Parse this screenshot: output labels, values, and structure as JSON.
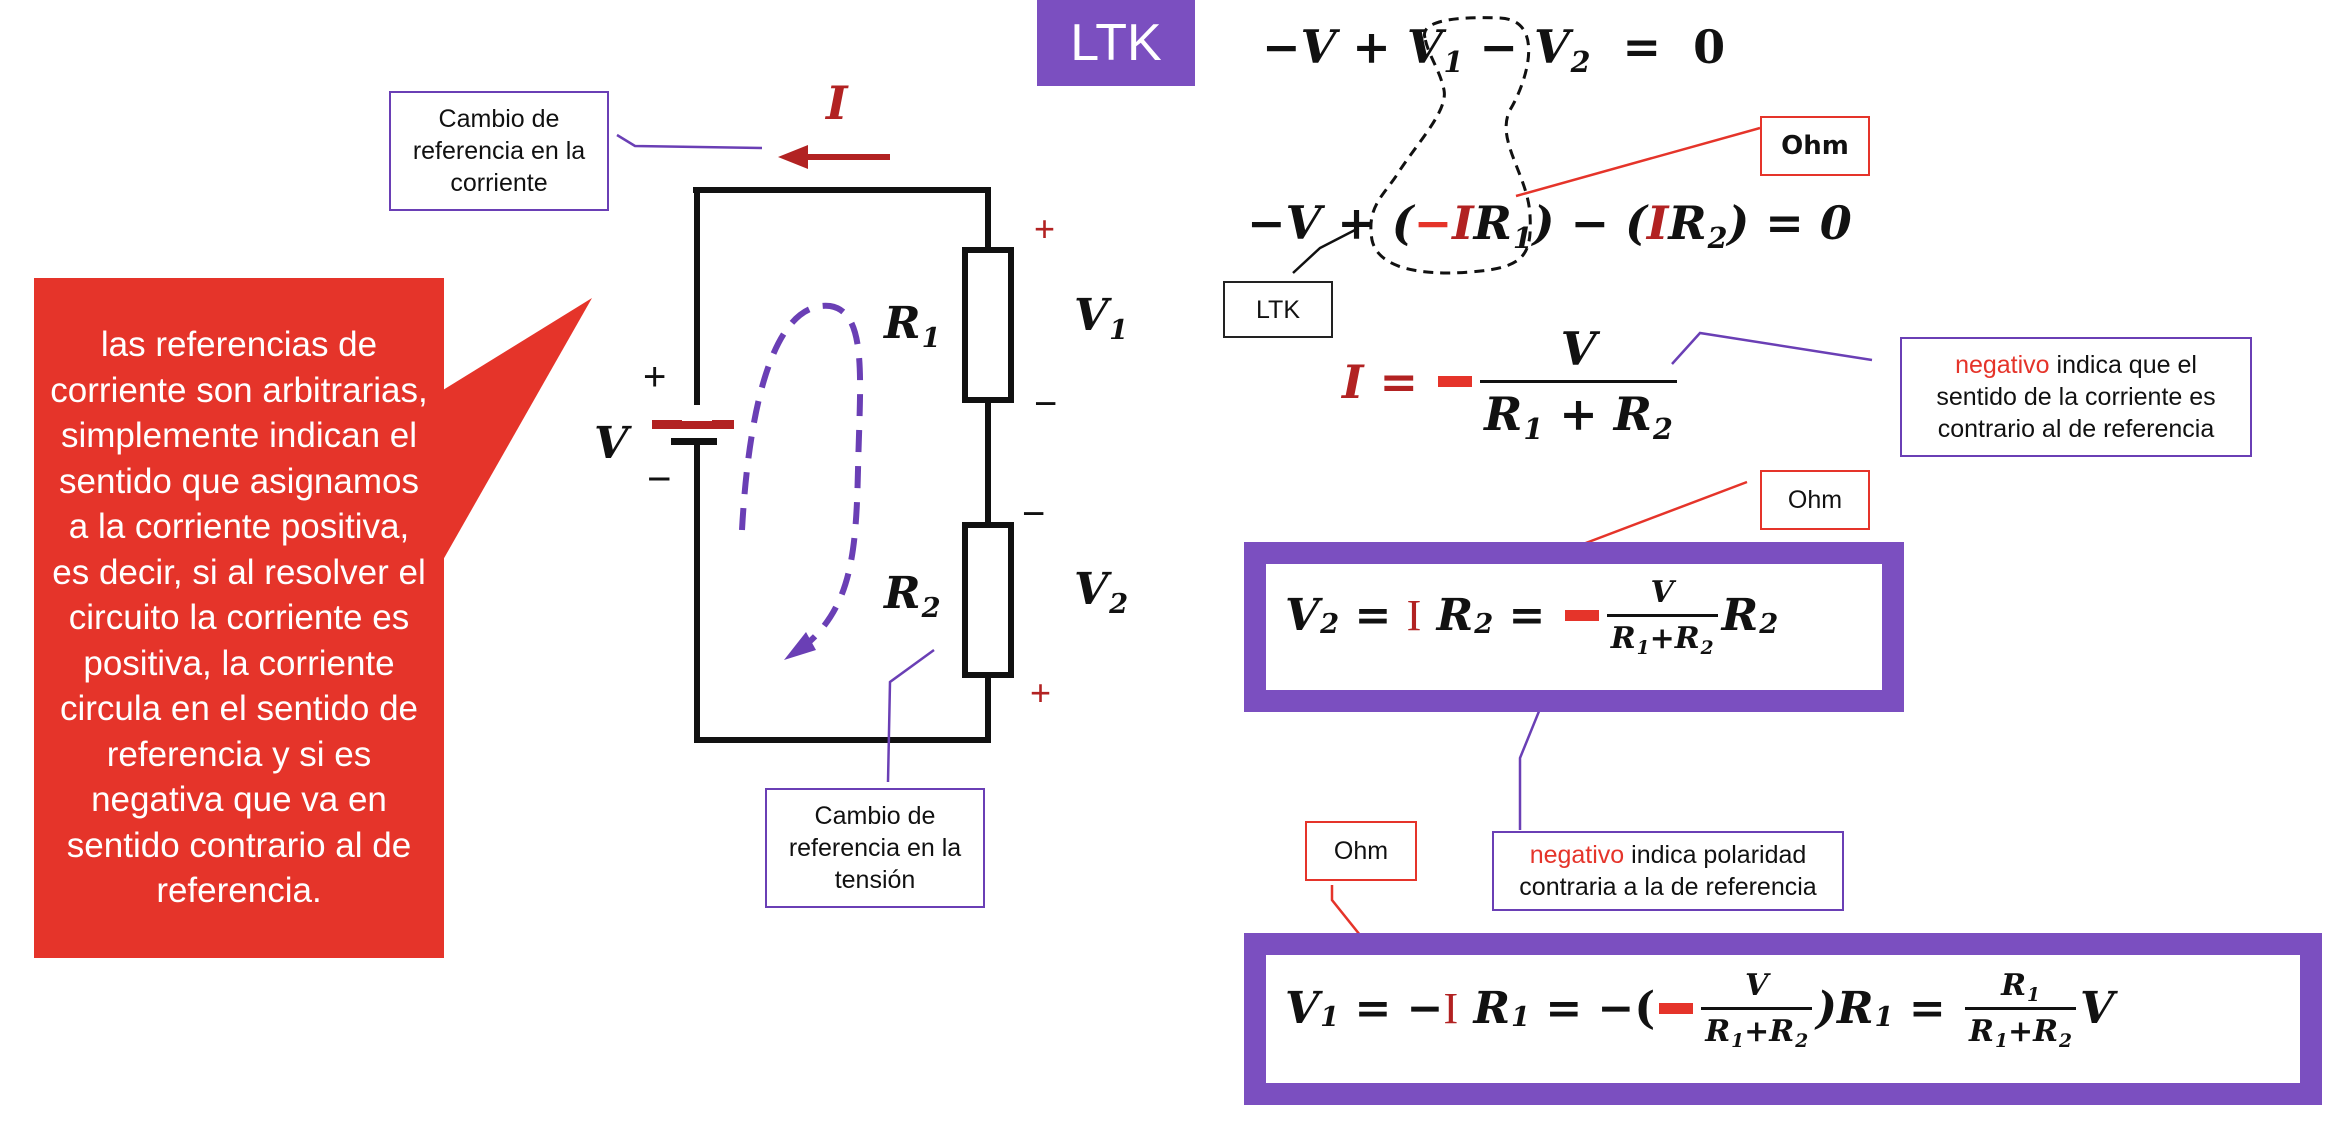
{
  "tag": {
    "label": "LTK"
  },
  "callout": {
    "text": "las referencias de corriente son arbitrarias, simplemente indican el sentido que asignamos a la corriente positiva, es decir, si al resolver el circuito la corriente es positiva, la corriente circula  en el sentido de referencia y si es negativa que va en sentido contrario al de referencia."
  },
  "notes": {
    "current_ref": "Cambio de referencia en la corriente",
    "voltage_ref": "Cambio de referencia en la tensión",
    "ltk": "LTK",
    "ohm_bold": "Ohm",
    "ohm_1": "Ohm",
    "ohm_2": "Ohm",
    "negative_current_word": "negativo",
    "negative_current_rest": " indica que el sentido de la corriente es contrario al de referencia",
    "negative_polarity_word": "negativo",
    "negative_polarity_rest": " indica polaridad contraria a la de referencia"
  },
  "circuit": {
    "current_label": "I",
    "source_label": "V",
    "r1_label": "R",
    "r1_sub": "1",
    "r2_label": "R",
    "r2_sub": "2",
    "v1_label": "V",
    "v1_sub": "1",
    "v2_label": "V",
    "v2_sub": "2",
    "plus": "+",
    "minus": "−"
  },
  "equations": {
    "eq1": {
      "a": "−V + ",
      "v1": "V",
      "v1_sub": "1",
      "b": " − ",
      "v2": "V",
      "v2_sub": "2",
      "c": "  =  0"
    },
    "eq2": {
      "a": "−V + (",
      "neg": "−",
      "i": "I",
      "r1": "R",
      "r1_sub": "1",
      "b": ") − (",
      "i2": "I",
      "r2": "R",
      "r2_sub": "2",
      "c": ") = 0"
    },
    "eq3": {
      "i": "I",
      "eq": " = ",
      "num": "V",
      "den": "R",
      "den_sub1": "1",
      "den_plus": " + R",
      "den_sub2": "2"
    },
    "eq4": {
      "lhs": "V",
      "lhs_sub": "2",
      "eq": " = ",
      "i": "I",
      "r": " R",
      "r_sub": "2",
      "eq2": " = ",
      "num": "V",
      "den": "R",
      "den_sub1": "1",
      "den_plus": "+R",
      "den_sub2": "2",
      "tail": "R",
      "tail_sub": "2"
    },
    "eq5": {
      "lhs": "V",
      "lhs_sub": "1",
      "eq": " = −",
      "i": "I",
      "r": " R",
      "r_sub": "1",
      "eq2": " = −(",
      "num": "V",
      "den": "R",
      "den_sub1": "1",
      "den_plus": "+R",
      "den_sub2": "2",
      "close": ")R",
      "close_sub": "1",
      "eq3": " = ",
      "num2": "R",
      "num2_sub": "1",
      "den2": "R",
      "den2_sub1": "1",
      "den2_plus": "+R",
      "den2_sub2": "2",
      "tail": "V"
    }
  },
  "colors": {
    "accent_purple": "#7b4fc0",
    "alert_red": "#e5342a",
    "dark_red": "#b22222",
    "path_purple": "#6a3fb5"
  }
}
